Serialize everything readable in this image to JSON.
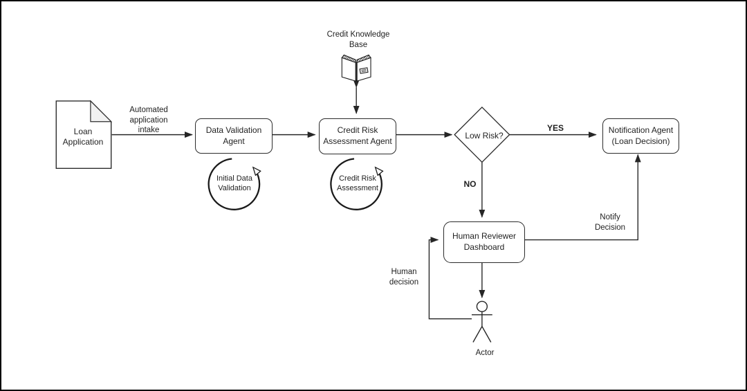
{
  "diagram": {
    "title_hint": "Loan application agent workflow flowchart",
    "nodes": {
      "loan_application": {
        "label": "Loan\nApplication",
        "shape": "document"
      },
      "data_validation_agent": {
        "label": "Data Validation\nAgent",
        "shape": "rounded-rect"
      },
      "credit_risk_agent": {
        "label": "Credit Risk\nAssessment Agent",
        "shape": "rounded-rect"
      },
      "decision": {
        "label": "Low Risk?",
        "shape": "diamond"
      },
      "notification_agent": {
        "label": "Notification Agent\n(Loan Decision)",
        "shape": "rounded-rect"
      },
      "human_reviewer": {
        "label": "Human Reviewer\nDashboard",
        "shape": "rounded-rect"
      },
      "knowledge_base": {
        "label": "Credit Knowledge\nBase",
        "shape": "book-icon"
      },
      "actor": {
        "label": "Actor",
        "shape": "stick-figure"
      }
    },
    "loops": {
      "initial_validation": {
        "label": "Initial Data\nValidation"
      },
      "credit_assessment": {
        "label": "Credit Risk\nAssessment"
      }
    },
    "edge_labels": {
      "intake": "Automated\napplication\nintake",
      "yes": "YES",
      "no": "NO",
      "notify": "Notify\nDecision",
      "human_decision": "Human\ndecision"
    },
    "colors": {
      "stroke": "#262626",
      "fill": "#ffffff",
      "document_fold": "#f2f2f2",
      "background": "#ffffff",
      "frame_border": "#000000"
    }
  }
}
